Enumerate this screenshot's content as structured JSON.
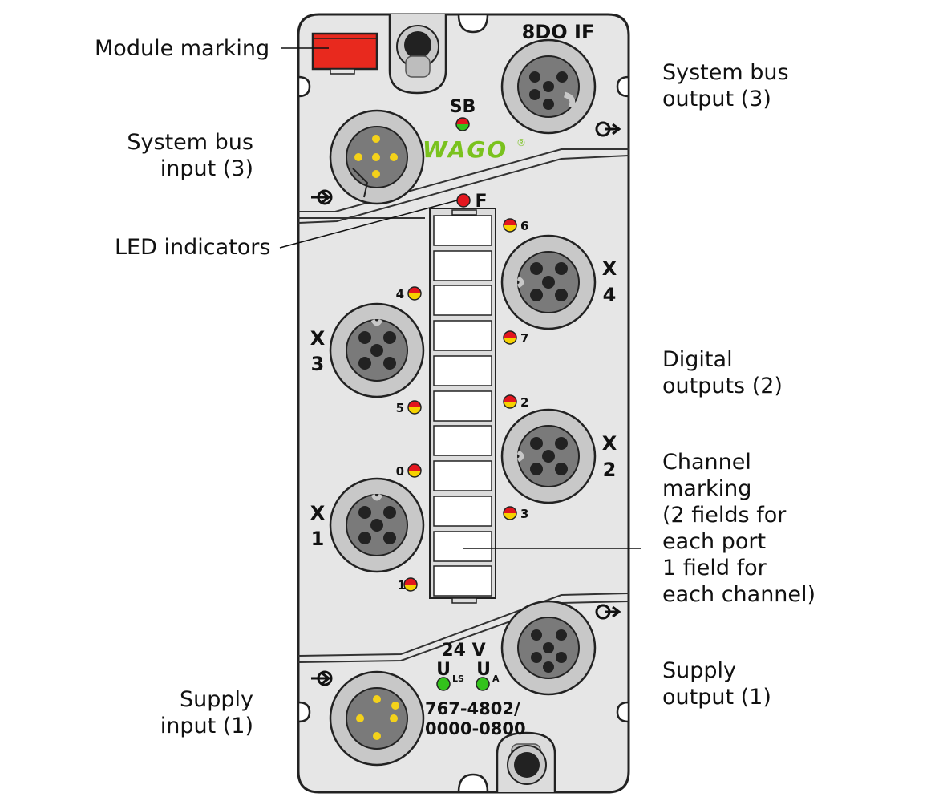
{
  "module": {
    "name": "8DO IF",
    "sb_label": "SB",
    "brand": "WAGO",
    "registered": "®",
    "fault_label": "F",
    "voltage": "24 V",
    "uls_main": "U",
    "uls_sub": "LS",
    "ua_main": "U",
    "ua_sub": "A",
    "part_line1": "767-4802/",
    "part_line2": "0000-0800",
    "port_x4": [
      "X",
      "4"
    ],
    "port_x3": [
      "X",
      "3"
    ],
    "port_x2": [
      "X",
      "2"
    ],
    "port_x1": [
      "X",
      "1"
    ],
    "channel_leds": [
      {
        "label": "6"
      },
      {
        "label": "4"
      },
      {
        "label": "7"
      },
      {
        "label": "5"
      },
      {
        "label": "2"
      },
      {
        "label": "0"
      },
      {
        "label": "3"
      },
      {
        "label": "1"
      }
    ],
    "colors": {
      "housing": "#e6e6e6",
      "housing_outline": "#222222",
      "connector_ring": "#c8c8c8",
      "connector_face": "#7a7a7a",
      "pin_dark": "#222222",
      "pin_yellow": "#f4d21a",
      "marking_red": "#e8291e",
      "led_red": "#e3161e",
      "led_yellow": "#f6d200",
      "led_green": "#33c21c",
      "brand_green": "#7ac21e"
    }
  },
  "callouts": {
    "module_marking": "Module marking",
    "system_bus_output": [
      "System bus",
      "output (3)"
    ],
    "system_bus_input": [
      "System bus",
      "input (3)"
    ],
    "led_indicators": "LED indicators",
    "digital_outputs": [
      "Digital",
      "outputs (2)"
    ],
    "channel_marking": [
      "Channel",
      "marking",
      "(2 fields for",
      "each port",
      "1 field for",
      "each channel)"
    ],
    "supply_output": [
      "Supply",
      "output (1)"
    ],
    "supply_input": [
      "Supply",
      "input (1)"
    ]
  }
}
